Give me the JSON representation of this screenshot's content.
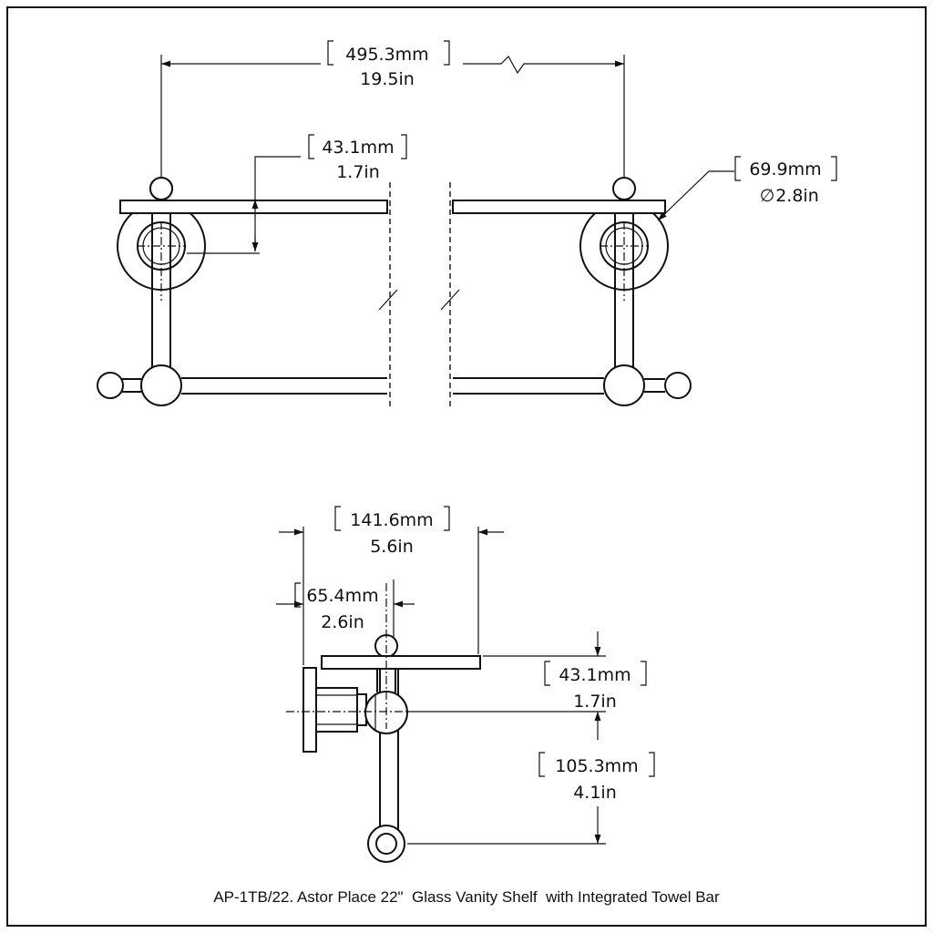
{
  "drawing": {
    "caption": "AP-1TB/22. Astor Place 22\"  Glass Vanity Shelf  with Integrated Towel Bar",
    "dimensions": {
      "overall_width": {
        "mm": "495.3mm",
        "in": "19.5in"
      },
      "shelf_to_center_top": {
        "mm": "43.1mm",
        "in": "1.7in"
      },
      "flange_diameter": {
        "mm": "69.9mm",
        "in": "2.8in",
        "symbol": "∅"
      },
      "shelf_depth": {
        "mm": "141.6mm",
        "in": "5.6in"
      },
      "wall_to_post": {
        "mm": "65.4mm",
        "in": "2.6in"
      },
      "shelf_to_center_side": {
        "mm": "43.1mm",
        "in": "1.7in"
      },
      "center_to_towel_bar": {
        "mm": "105.3mm",
        "in": "4.1in"
      }
    }
  }
}
